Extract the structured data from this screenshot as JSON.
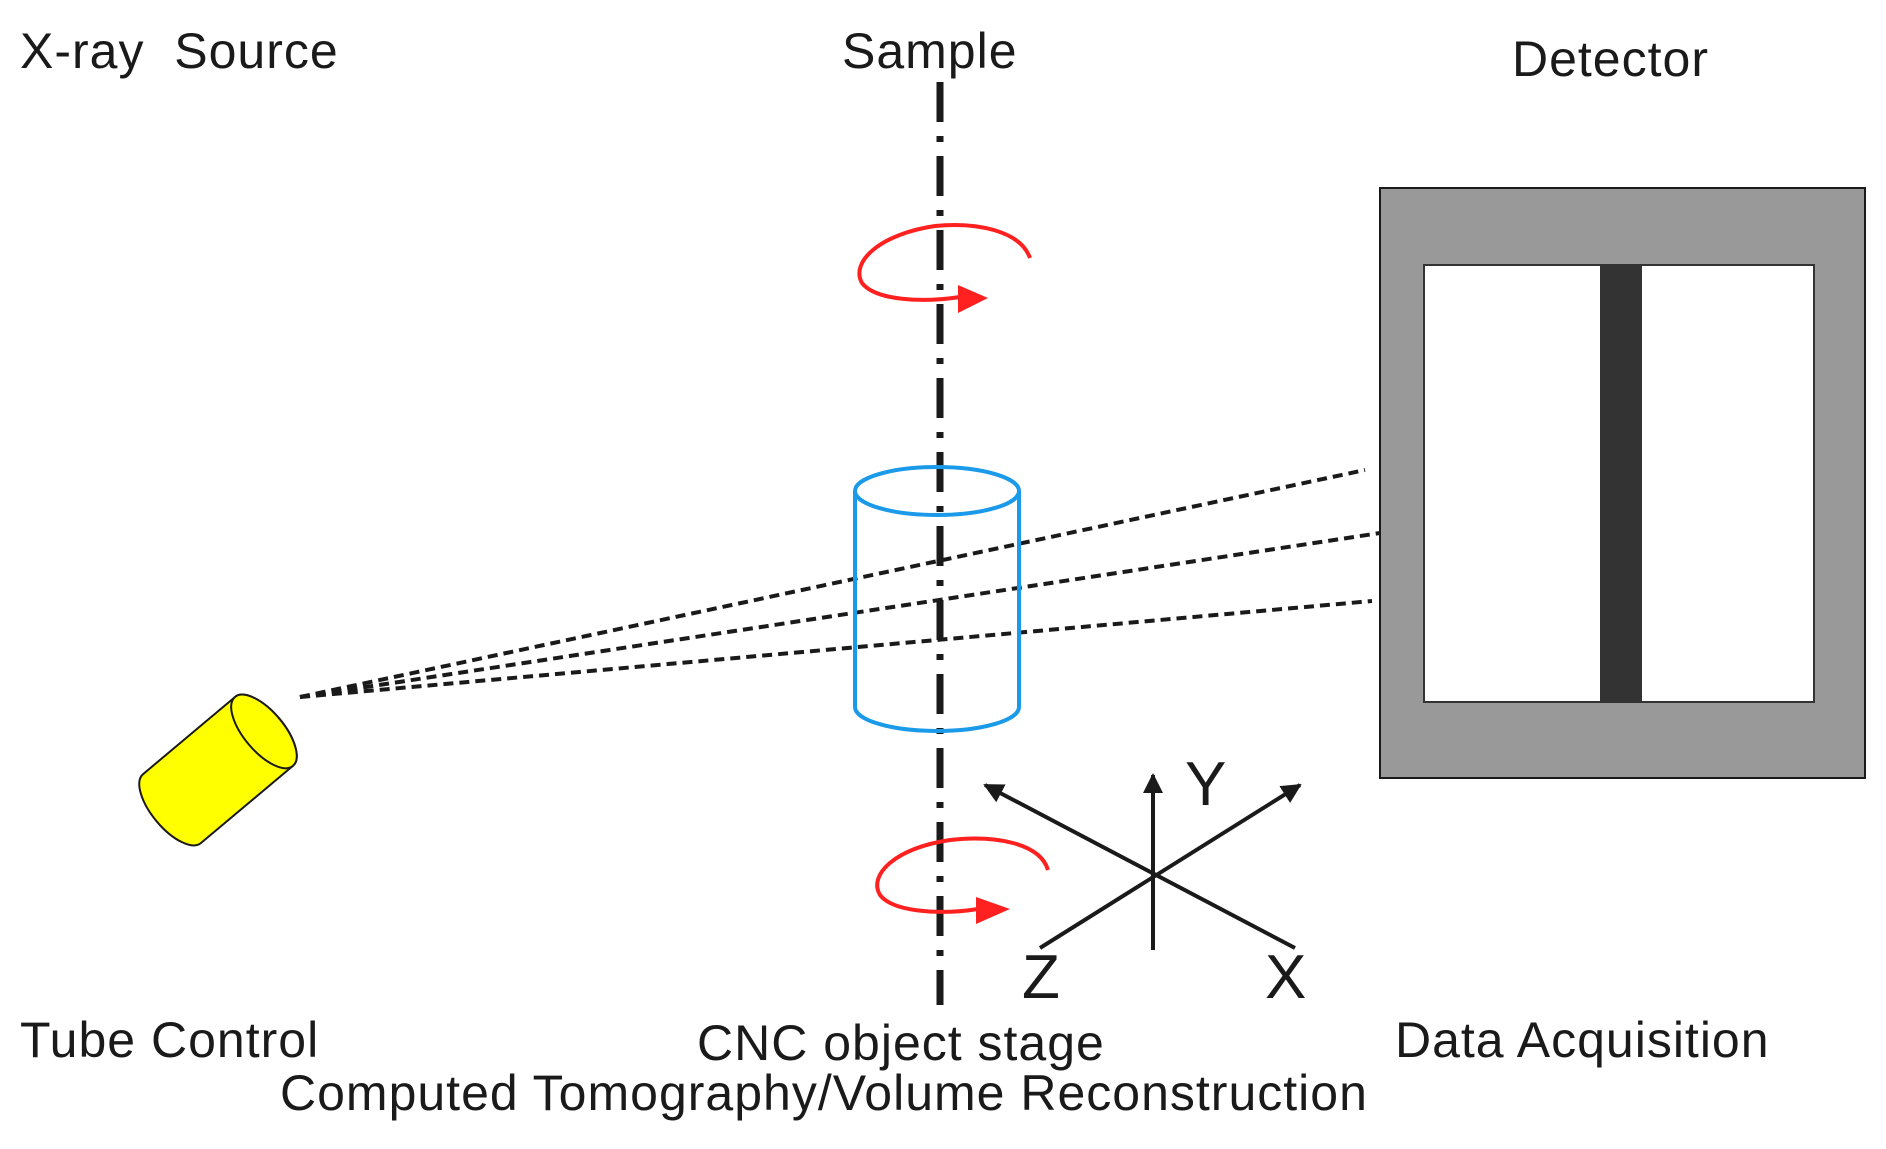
{
  "labels": {
    "xray_source": "X-ray  Source",
    "sample": "Sample",
    "detector": "Detector",
    "tube_control": "Tube Control",
    "cnc_stage": "CNC object stage",
    "data_acquisition": "Data Acquisition",
    "reconstruction": "Computed Tomography/Volume Reconstruction"
  },
  "axes": {
    "x": "X",
    "y": "Y",
    "z": "Z"
  },
  "colors": {
    "source_fill": "#ffff00",
    "sample_outline": "#1a9ae8",
    "rotation_arrow": "#ff2020",
    "detector_frame": "#999999",
    "detector_strip": "#333333",
    "line": "#1a1a1a"
  }
}
